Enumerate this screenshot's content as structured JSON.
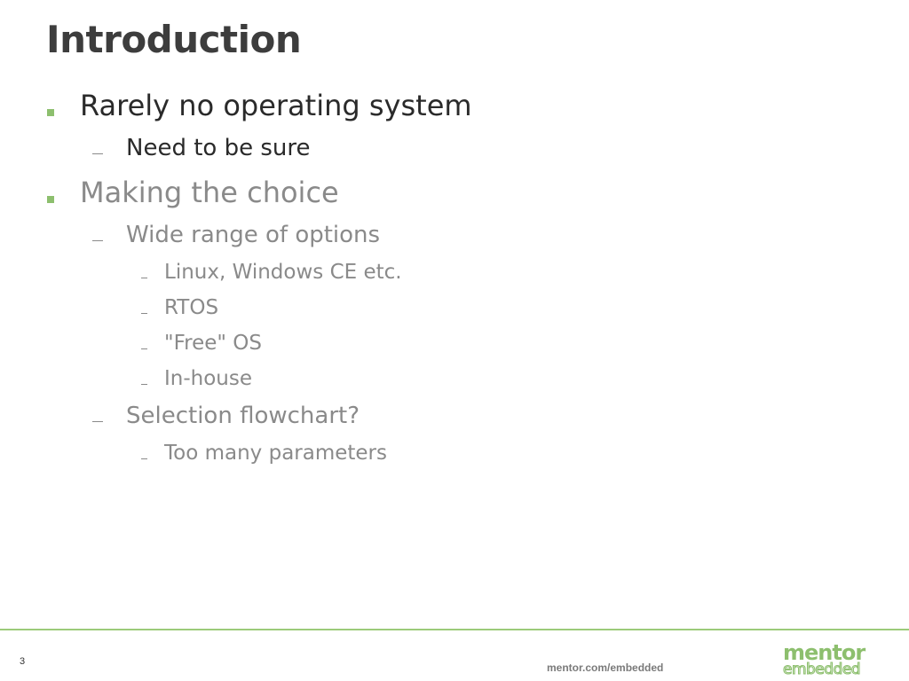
{
  "slide": {
    "title": "Introduction",
    "bullets": [
      {
        "level": 1,
        "text": "Rarely no operating system",
        "tone": "dark"
      },
      {
        "level": 2,
        "text": "Need to be sure",
        "tone": "dark"
      },
      {
        "level": 1,
        "text": "Making the choice",
        "tone": "gray"
      },
      {
        "level": 2,
        "text": "Wide range of options",
        "tone": "gray"
      },
      {
        "level": 3,
        "text": "Linux, Windows CE etc.",
        "tone": "gray"
      },
      {
        "level": 3,
        "text": "RTOS",
        "tone": "gray"
      },
      {
        "level": 3,
        "text": "\"Free\" OS",
        "tone": "gray"
      },
      {
        "level": 3,
        "text": "In-house",
        "tone": "gray"
      },
      {
        "level": 2,
        "text": "Selection flowchart?",
        "tone": "gray"
      },
      {
        "level": 3,
        "text": "Too many parameters",
        "tone": "gray"
      }
    ]
  },
  "footer": {
    "page_number": "3",
    "url": "mentor.com/embedded",
    "logo_top": "mentor",
    "logo_bottom": "embedded"
  },
  "colors": {
    "accent_green": "#8dbf6e",
    "title": "#3d3d3d",
    "text_dark": "#2a2a2a",
    "text_gray": "#8a8a8a"
  }
}
